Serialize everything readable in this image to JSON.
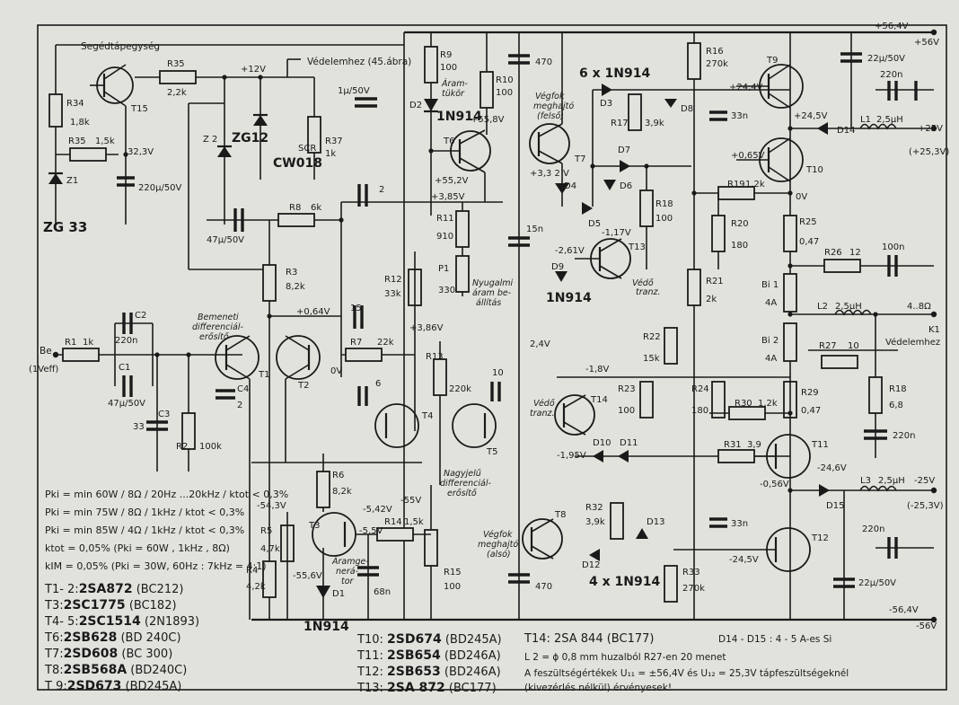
{
  "labels": {
    "aux_supply": "Segédtápegység",
    "protection_ref": "Védelemhez (45.ábra)",
    "t15": "T15",
    "r34": "R34",
    "r34_val": "1,8k",
    "r35a": "R35",
    "r35a_val": "2,2k",
    "r35b": "R35",
    "r35b_val": "1,5k",
    "v_323": "32,3V",
    "c_220u": "220µ/50V",
    "z1": "Z1",
    "zg33": "ZG 33",
    "z2": "Z 2",
    "zg12": "ZG12",
    "scr": "SCR",
    "cw018": "CW018",
    "v_12": "+12V",
    "c_1u": "1µ/50V",
    "r37": "R37",
    "r37_val": "1k",
    "r9": "R9",
    "r9_val": "100",
    "d2": "D2",
    "d2_type": "1N914",
    "aramtukor": "Áram-",
    "aramtukor2": "tükör",
    "r10": "R10",
    "r10_val": "100",
    "v_558": "+55,8V",
    "t6": "T6",
    "v_552": "+55,2V",
    "c_470a": "470",
    "vegfok_f1": "Végfok",
    "vegfok_f2": "meghajtó",
    "vegfok_f3": "(felső)",
    "t7": "T7",
    "v_332": "+3,3 2 V",
    "d_6x": "6 x 1N914",
    "d3": "D3",
    "d4": "D4",
    "d5": "D5",
    "d6": "D6",
    "d7": "D7",
    "d8": "D8",
    "r17": "R17",
    "r17_val": "3,9k",
    "r16": "R16",
    "r16_val": "270k",
    "c_33n_a": "33n",
    "r18": "R18",
    "r18_val": "100",
    "v_385": "+3,85V",
    "r19": "R19",
    "r19_val": "1,2k",
    "r20": "R20",
    "r20_val": "180",
    "r21": "R21",
    "r21_val": "2k",
    "t13": "T13",
    "v_117": "-1,17V",
    "v_261": "-2,61V",
    "d9": "D9",
    "d9_type": "1N914",
    "vedo_tranz": "Védő",
    "vedo_tranz2": "tranz.",
    "t9": "T9",
    "v_244": "+24,4V",
    "v_245": "+24,5V",
    "v_065": "+0,65V",
    "t10": "T10",
    "v_0": "0V",
    "d14": "D14",
    "l1": "L1",
    "l1_val": "2,5µH",
    "v_25": "+25V",
    "v_253": "(+25,3V)",
    "c_220n_a": "220n",
    "c_22u_a": "22µ/50V",
    "v_564": "+56,4V",
    "v_56": "+56V",
    "r25": "R25",
    "r25_val": "0,47",
    "r26": "R26",
    "r26_val": "12",
    "c_100n": "100n",
    "bi1": "Bi 1",
    "bi1_val": "4A",
    "bi2": "Bi 2",
    "bi2_val": "4A",
    "l2": "L2",
    "l2_val": "2,5µH",
    "out_ohm": "4..8Ω",
    "k1": "K1",
    "vedelemhez": "Védelemhez",
    "r27": "R27",
    "r27_val": "10",
    "r18b": "R18",
    "r18b_val": "6,8",
    "c_220n_b": "220n",
    "c_47u": "47µ/50V",
    "r8": "R8",
    "r8_val": "6k",
    "c_2": "2",
    "r3": "R3",
    "r3_val": "8,2k",
    "v_064": "+0,64V",
    "r11": "R11",
    "r11_val": "910",
    "r12": "R12",
    "r12_val": "33k",
    "p1": "P1",
    "p1_val": "330",
    "nyugalmi": "Nyugalmi",
    "nyugalmi2": "áram be-",
    "nyugalmi3": "állítás",
    "c_15n": "15n",
    "bemeneti": "Bemeneti",
    "bemeneti2": "differenciál-",
    "bemeneti3": "erősítő",
    "c_15": "15",
    "v_386": "+3,86V",
    "r7": "R7",
    "r7_val": "22k",
    "v_0b": "0V",
    "be": "Be",
    "be_veff": "(1Veff)",
    "r1": "R1",
    "r1_val": "1k",
    "c2": "C2",
    "c2_val": "220n",
    "c1": "C1",
    "c1_val": "47µ/50V",
    "c3": "C3",
    "c3_val": "33",
    "r2": "R2",
    "r2_val": "100k",
    "t1": "T1",
    "t2": "T2",
    "c4": "C4",
    "c4_val": "2",
    "v_248": "2,4V",
    "r13": "R13",
    "r13_val": "220k",
    "c_6": "6",
    "c_10": "10",
    "t4": "T4",
    "t5": "T5",
    "nagyjelu": "Nagyjelű",
    "nagyjelu2": "differenciál-",
    "nagyjelu3": "erősítő",
    "v_18": "-1,8V",
    "t14": "T14",
    "vedo2": "Védő",
    "vedo2b": "tranz.",
    "r22": "R22",
    "r22_val": "15k",
    "r23": "R23",
    "r23_val": "100",
    "r24": "R24",
    "r24_val": "180",
    "r30": "R30",
    "r30_val": "1,2k",
    "r29": "R29",
    "r29_val": "0,47",
    "v_195": "-1,95V",
    "d10": "D10",
    "d11": "D11",
    "r31": "R31",
    "r31_val": "3,9",
    "t11": "T11",
    "v_246": "-24,6V",
    "v_056": "-0,56V",
    "l3": "L3",
    "l3_val": "2,5µH",
    "v_25n": "-25V",
    "v_253n": "(-25,3V)",
    "d15": "D15",
    "r6": "R6",
    "r6_val": "8,2k",
    "v_542": "-5,42V",
    "v_55": "-55V",
    "v_543": "-54,3V",
    "r5": "R5",
    "r5_val": "4,7k",
    "r4": "R4",
    "r4_val": "4,2k",
    "t3": "T3",
    "aramge1": "Áramge-",
    "aramge2": "nerá-",
    "aramge3": "tor",
    "v_556": "-55,6V",
    "v_55b": "-5,5V",
    "r14": "R14",
    "r14_val": "1,5k",
    "c_68n": "68n",
    "r15": "R15",
    "r15_val": "100",
    "d1": "D1",
    "d1_type": "1N914",
    "t8": "T8",
    "vegfok_a1": "Végfok",
    "vegfok_a2": "meghajtó",
    "vegfok_a3": "(alsó)",
    "c_470b": "470",
    "r32": "R32",
    "r32_val": "3,9k",
    "d12": "D12",
    "d13": "D13",
    "d_4x": "4 x 1N914",
    "r33": "R33",
    "r33_val": "270k",
    "c_33n_b": "33n",
    "v_245n": "-24,5V",
    "t12": "T12",
    "c_220n_c": "220n",
    "c_22u_b": "22µ/50V",
    "v_564n": "-56,4V",
    "v_56n": "-56V"
  },
  "specs": [
    "Pki = min 60W / 8Ω / 20Hz ...20kHz / ktot < 0,3%",
    "Pki = min 75W / 8Ω / 1kHz / ktot < 0,3%",
    "Pki = min 85W / 4Ω / 1kHz / ktot < 0,3%",
    "ktot = 0,05%  (Pki = 60W , 1kHz , 8Ω)",
    "kIM = 0,05%  (Pki = 30W, 60Hz : 7kHz = 4:1)"
  ],
  "transistor_list": [
    {
      "id": "T1- 2:",
      "part": "2SA872",
      "equiv": "(BC212)"
    },
    {
      "id": "T3:",
      "part": "2SC1775",
      "equiv": "(BC182)"
    },
    {
      "id": "T4- 5:",
      "part": "2SC1514",
      "equiv": "(2N1893)"
    },
    {
      "id": "T6:",
      "part": "2SB628",
      "equiv": "(BD 240C)"
    },
    {
      "id": "T7:",
      "part": "2SD608",
      "equiv": "(BC 300)"
    },
    {
      "id": "T8:",
      "part": "2SB568A",
      "equiv": "(BD240C)"
    },
    {
      "id": "T 9:",
      "part": "2SD673",
      "equiv": "(BD245A)"
    }
  ],
  "transistor_list2": [
    {
      "id": "T10:",
      "part": "2SD674",
      "equiv": "(BD245A)"
    },
    {
      "id": "T11:",
      "part": "2SB654",
      "equiv": "(BD246A)"
    },
    {
      "id": "T12:",
      "part": "2SB653",
      "equiv": "(BD246A)"
    },
    {
      "id": "T13:",
      "part": "2SA 872",
      "equiv": "(BC177)"
    }
  ],
  "notes": {
    "t14": "T14: 2SA 844 (BC177)",
    "d14_15": "D14 - D15 : 4 - 5 A-es Si",
    "l2_note": "L 2 = ϕ 0,8 mm huzalból R27-en 20 menet",
    "voltage_note": "A feszültségértékek U₁₁ = ±56,4V és U₁₂ = 25,3V tápfeszültségeknél",
    "voltage_note2": "(kivezérlés nélkül) érvényesek!"
  }
}
